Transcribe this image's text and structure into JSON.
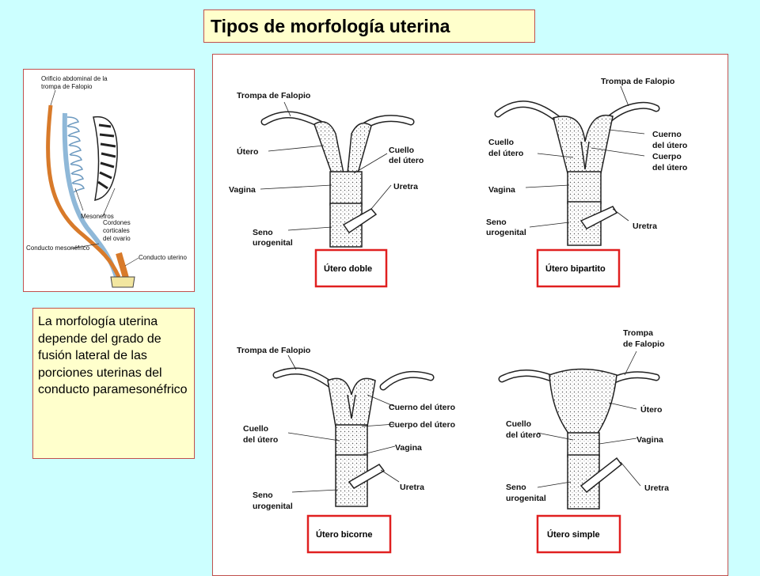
{
  "title": "Tipos de morfología uterina",
  "description": "La morfología uterina depende del grado de fusión lateral de las porciones uterinas del conducto paramesonéfrico",
  "left_figure": {
    "labels": {
      "orificio_1": "Orificio abdominal de la",
      "orificio_2": "trompa de Falopio",
      "cordones_1": "Cordones",
      "cordones_2": "corticales",
      "cordones_3": "del ovario",
      "mesonefros": "Mesonefros",
      "mesonefrico": "Conducto mesonéfrico",
      "uterino": "Conducto uterino"
    }
  },
  "panels": {
    "doble": {
      "caption": "Útero doble",
      "trompa": "Trompa de Falopio",
      "utero": "Útero",
      "cuello_1": "Cuello",
      "cuello_2": "del útero",
      "vagina": "Vagina",
      "uretra": "Uretra",
      "seno_1": "Seno",
      "seno_2": "urogenital"
    },
    "bipartito": {
      "caption": "Útero bipartito",
      "trompa": "Trompa de Falopio",
      "cuerno_1": "Cuerno",
      "cuerno_2": "del útero",
      "cuello_1": "Cuello",
      "cuello_2": "del útero",
      "cuerpo_1": "Cuerpo",
      "cuerpo_2": "del útero",
      "vagina": "Vagina",
      "seno_1": "Seno",
      "seno_2": "urogenital",
      "uretra": "Uretra"
    },
    "bicorne": {
      "caption": "Útero bicorne",
      "trompa": "Trompa de Falopio",
      "cuerno": "Cuerno del útero",
      "cuerpo": "Cuerpo del útero",
      "cuello_1": "Cuello",
      "cuello_2": "del útero",
      "vagina": "Vagina",
      "uretra": "Uretra",
      "seno_1": "Seno",
      "seno_2": "urogenital"
    },
    "simple": {
      "caption": "Útero simple",
      "trompa_1": "Trompa",
      "trompa_2": "de Falopio",
      "utero": "Útero",
      "cuello_1": "Cuello",
      "cuello_2": "del útero",
      "vagina": "Vagina",
      "seno_1": "Seno",
      "seno_2": "urogenital",
      "uretra": "Uretra"
    }
  },
  "colors": {
    "background": "#ccffff",
    "box_fill": "#ffffcc",
    "border": "#c0504d",
    "caption_border": "#e02020",
    "orange_duct": "#d87a2a",
    "blue_duct": "#8fb8d8"
  }
}
